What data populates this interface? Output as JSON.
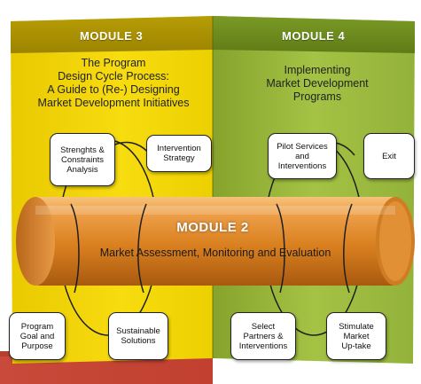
{
  "module3": {
    "heading": "MODULE 3",
    "title_lines": [
      "The Program",
      "Design Cycle Process:",
      "A Guide to (Re-) Designing",
      "Market Development Initiatives"
    ],
    "boxes": {
      "top_left": "Strenghts &\nConstraints\nAnalysis",
      "top_right": "Intervention\nStrategy",
      "bottom_left": "Program\nGoal and\nPurpose",
      "bottom_right": "Sustainable\nSolutions"
    }
  },
  "module4": {
    "heading": "MODULE 4",
    "title_lines": [
      "Implementing",
      "Market Development",
      "Programs"
    ],
    "boxes": {
      "top_left": "Pilot Services\nand\nInterventions",
      "top_right": "Exit",
      "bottom_left": "Select\nPartners &\nInterventions",
      "bottom_right": "Stimulate\nMarket\nUp-take"
    }
  },
  "module2": {
    "heading": "MODULE 2",
    "subtitle": "Market Assessment, Monitoring and Evaluation"
  },
  "colors": {
    "module3_panel": "#f2d400",
    "module3_header": "#a88f00",
    "module4_panel": "#9cbb3c",
    "module4_header": "#6b8a1e",
    "cylinder": "#e08a2a",
    "bottom_strip": "#c0392b"
  }
}
